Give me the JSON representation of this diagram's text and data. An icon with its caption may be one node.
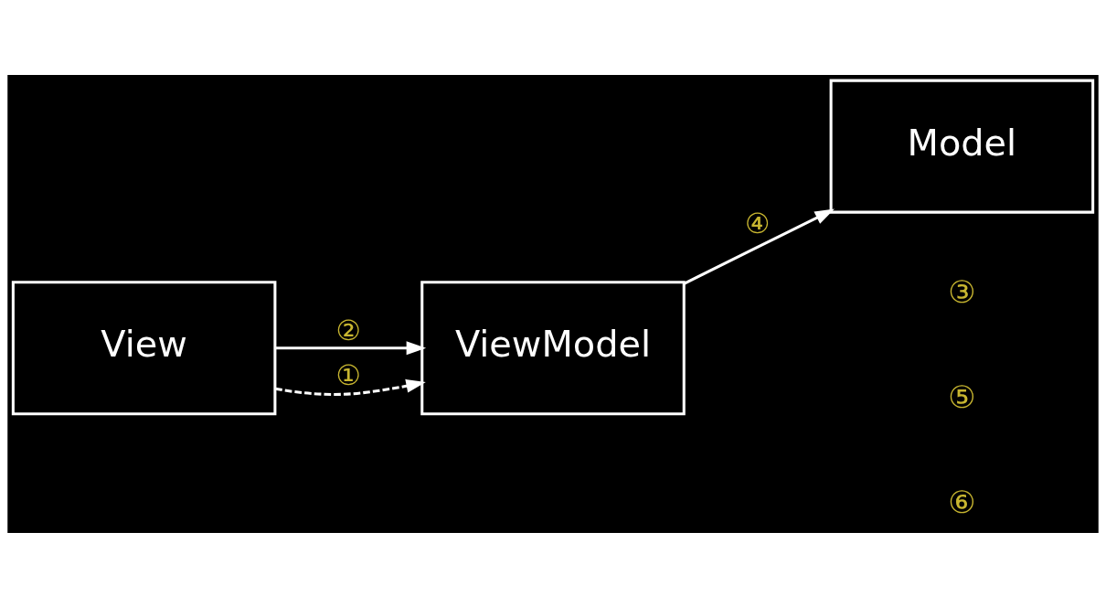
{
  "diagram": {
    "nodes": [
      {
        "text": [
          "View"
        ]
      },
      {
        "text": [
          "ViewModel"
        ]
      },
      {
        "text": [
          "Model"
        ]
      }
    ],
    "edges": [
      {
        "from": 0,
        "to": 1,
        "arrow": "to",
        "label": "②"
      },
      {
        "from": 1,
        "to": 2,
        "arrow": "to",
        "label": "④"
      },
      {
        "from": 0,
        "to": 1,
        "arrow": "to",
        "label": "①",
        "style": "dashed"
      }
    ],
    "labels": [
      "③",
      "⑤",
      "⑥"
    ]
  }
}
